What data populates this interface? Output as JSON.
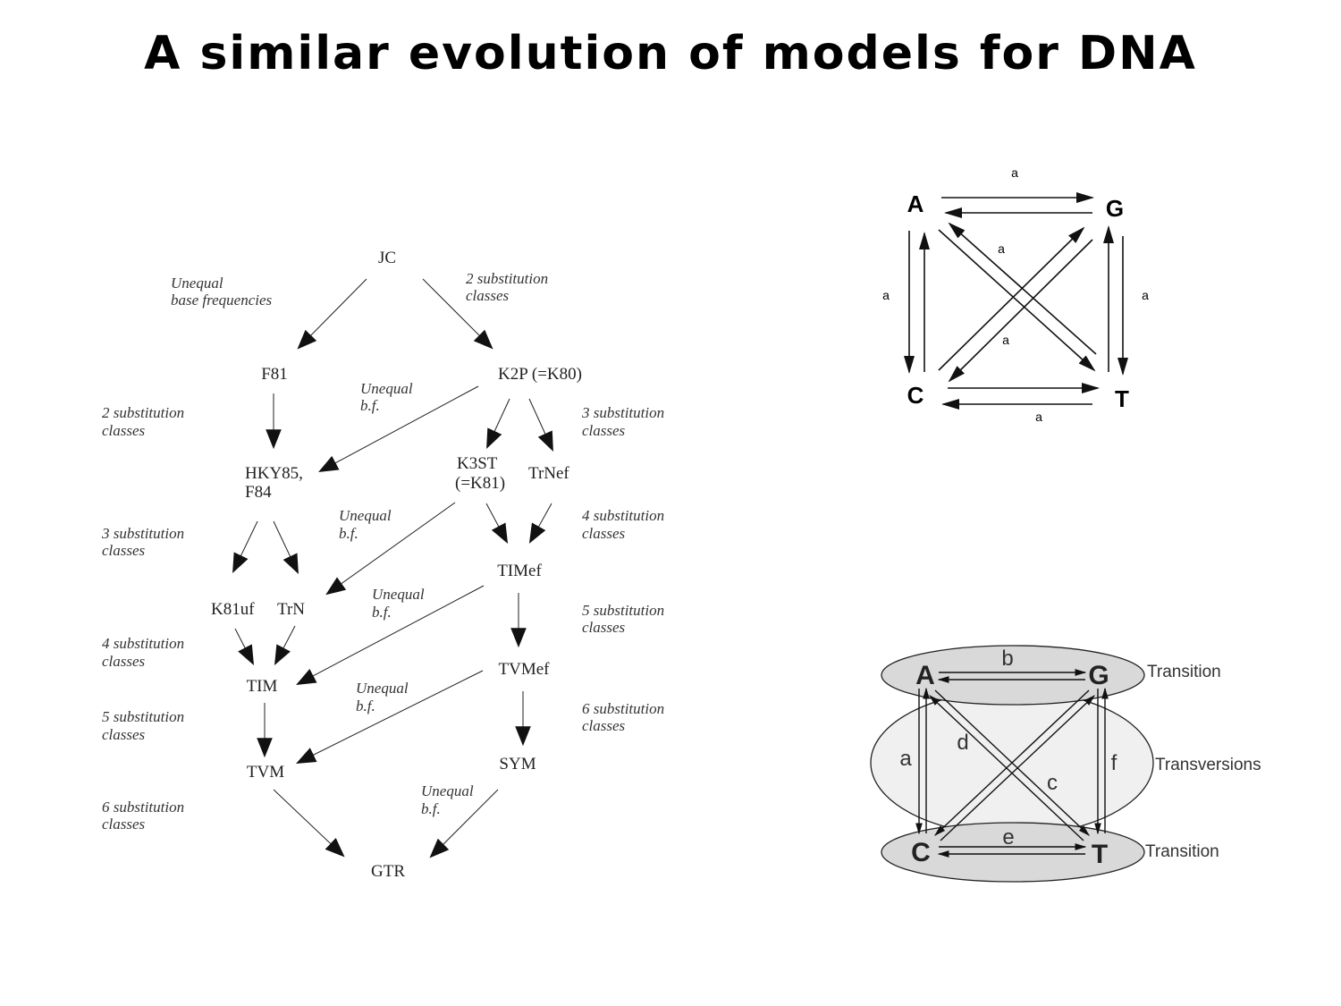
{
  "title": "A similar evolution of models for DNA",
  "hierarchy": {
    "nodes": {
      "jc": "JC",
      "f81": "F81",
      "k2p": "K2P (=K80)",
      "hky_1": "HKY85,",
      "hky_2": "F84",
      "k3st_1": "K3ST",
      "k3st_2": "(=K81)",
      "trnef": "TrNef",
      "timef": "TIMef",
      "k81uf": "K81uf",
      "trn": "TrN",
      "tim": "TIM",
      "tvmef": "TVMef",
      "tvm": "TVM",
      "sym": "SYM",
      "gtr": "GTR"
    },
    "notes": {
      "jc_left_1": "Unequal",
      "jc_left_2": "base frequencies",
      "jc_right_1": "2 substitution",
      "jc_right_2": "classes",
      "k2p_uneq_1": "Unequal",
      "k2p_uneq_2": "b.f.",
      "left2_1": "2 substitution",
      "left2_2": "classes",
      "right3_1": "3 substitution",
      "right3_2": "classes",
      "k3st_uneq_1": "Unequal",
      "k3st_uneq_2": "b.f.",
      "left3_1": "3 substitution",
      "left3_2": "classes",
      "right4_1": "4 substitution",
      "right4_2": "classes",
      "timef_uneq_1": "Unequal",
      "timef_uneq_2": "b.f.",
      "left4_1": "4 substitution",
      "left4_2": "classes",
      "right5_1": "5 substitution",
      "right5_2": "classes",
      "tvmef_uneq_1": "Unequal",
      "tvmef_uneq_2": "b.f.",
      "left5_1": "5 substitution",
      "left5_2": "classes",
      "right6_1": "6 substitution",
      "right6_2": "classes",
      "sym_uneq_1": "Unequal",
      "sym_uneq_2": "b.f.",
      "left6_1": "6 substitution",
      "left6_2": "classes"
    }
  },
  "jc_square": {
    "bases": {
      "a": "A",
      "g": "G",
      "c": "C",
      "t": "T"
    },
    "rates": {
      "top": "a",
      "diag_upper": "a",
      "left": "a",
      "right": "a",
      "diag_lower": "a",
      "bottom": "a"
    }
  },
  "gtr_diagram": {
    "bases": {
      "a": "A",
      "g": "G",
      "c": "C",
      "t": "T"
    },
    "rates": {
      "b": "b",
      "a": "a",
      "d": "d",
      "f": "f",
      "c": "c",
      "e": "e"
    },
    "classes": {
      "transition_top": "Transition",
      "transversions": "Transversions",
      "transition_bottom": "Transition"
    },
    "colors": {
      "transition_fill": "#d9d9d9",
      "transversion_fill": "#f0f0f0"
    }
  }
}
